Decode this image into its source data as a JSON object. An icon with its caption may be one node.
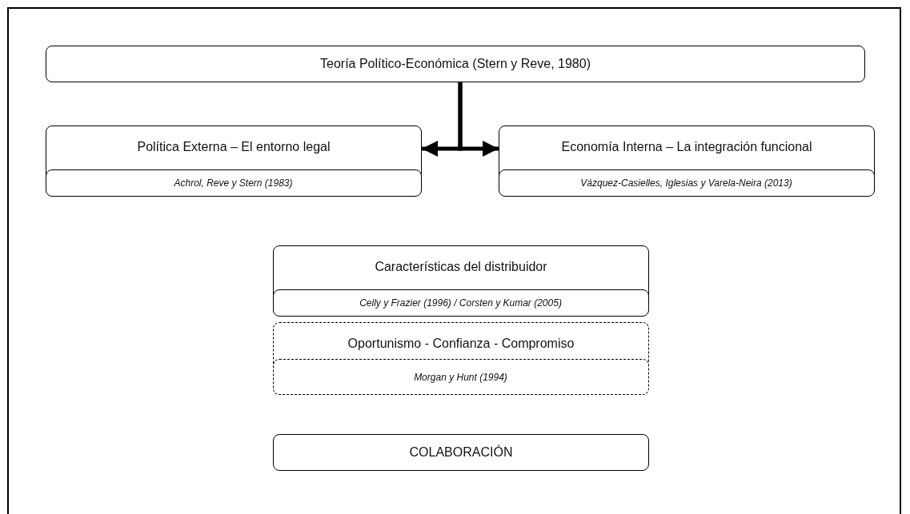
{
  "diagram": {
    "nodes": [
      {
        "text": [
          "Teoría Político-Económica (Stern y Reve, 1980)"
        ]
      },
      {
        "text": [
          "Política Externa – El entorno legal"
        ]
      },
      {
        "text": [
          "Achrol, Reve y Stern (1983)"
        ],
        "in": 1
      },
      {
        "text": [
          "Economía Interna – La integración funcional"
        ]
      },
      {
        "text": [
          "Vázquez-Casielles, Iglesias y Varela-Neira (2013)"
        ],
        "in": 3
      },
      {
        "text": [
          "Características del distribuidor"
        ]
      },
      {
        "text": [
          "Celly y Frazier (1996) / Corsten y Kumar (2005)"
        ],
        "in": 5
      },
      {
        "text": [
          "Oportunismo - Confianza - Compromiso"
        ]
      },
      {
        "text": [
          "Morgan y Hunt (1994)"
        ],
        "in": 7
      },
      {
        "text": [
          "COLABORACIÓN"
        ]
      }
    ],
    "edges": [
      {
        "from": 0,
        "to": 1,
        "arrow": "to"
      },
      {
        "from": 0,
        "to": 3,
        "arrow": "to"
      }
    ]
  }
}
